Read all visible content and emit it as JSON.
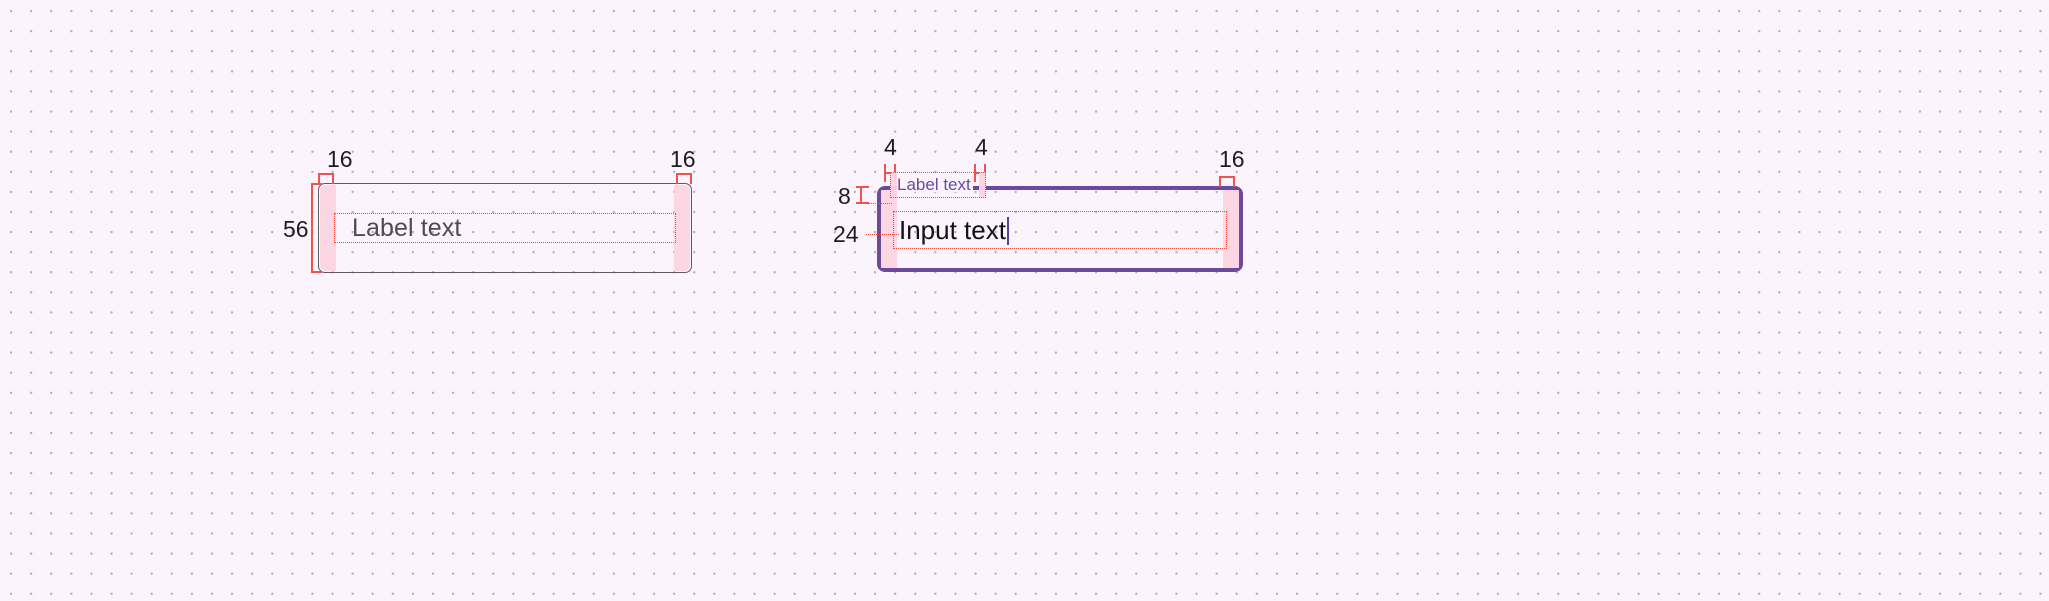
{
  "canvas": {
    "background_color": "#fbf4fc",
    "grid_dot_color": "#b9a9bd",
    "grid_spacing": "20"
  },
  "palette": {
    "measure_red": "#ef5350",
    "dotted_red": "#f2493d",
    "padding_pink": "#fcd3e1",
    "focus_purple": "#6b4a9e",
    "resting_border": "#5e5a60",
    "annotation_text": "#1f1b22",
    "resting_label_text": "#4f4b51",
    "input_text": "#131016"
  },
  "specs": [
    {
      "name": "resting-text-field",
      "state": "resting",
      "label_text": "Label text",
      "annotations": {
        "padding_left": "16",
        "padding_right": "16",
        "height": "56"
      }
    },
    {
      "name": "focused-text-field",
      "state": "focused-filled",
      "label_text": "Label text",
      "input_text": "Input text",
      "annotations": {
        "label_offset_left": "4",
        "label_offset_right": "4",
        "label_top_offset": "8",
        "input_top_offset": "24",
        "padding_right": "16"
      }
    }
  ]
}
